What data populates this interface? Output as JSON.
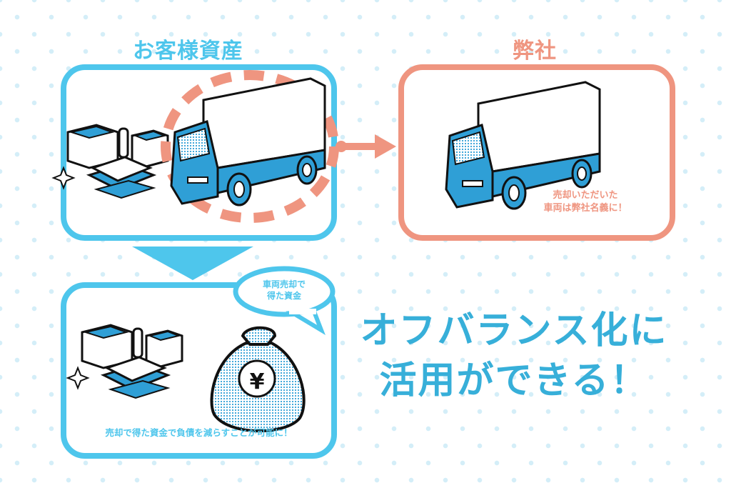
{
  "customer_assets": {
    "title": "お客様資産"
  },
  "company": {
    "title": "弊社",
    "caption_line1": "売却いただいた",
    "caption_line2": "車両は弊社名義に！"
  },
  "result": {
    "bubble_line1": "車両売却で",
    "bubble_line2": "得た資金",
    "caption": "売却で得た資金で負債を減らすことが可能に！",
    "bag_symbol": "¥"
  },
  "headline": {
    "line1": "オフバランス化に",
    "line2": "活用ができる！"
  },
  "colors": {
    "blue": "#4ec6ec",
    "salmon": "#ef9580",
    "text_blue": "#37afd9",
    "truck_blue": "#2f9fd6"
  }
}
